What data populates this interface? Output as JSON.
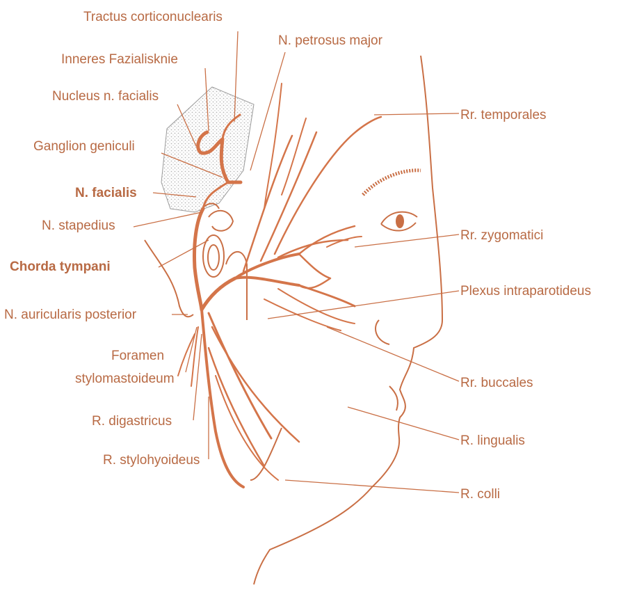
{
  "colors": {
    "label": "#b86a44",
    "nerve": "#d4754a",
    "outline": "#c96f45",
    "stipple": "#b5b5b5"
  },
  "labels": {
    "tractus_corticonuclearis": "Tractus corticonuclearis",
    "n_petrosus_major": "N. petrosus major",
    "inneres_fazialisknie": "Inneres Fazialisknie",
    "nucleus_n_facialis": "Nucleus n. facialis",
    "ganglion_geniculi": "Ganglion geniculi",
    "n_facialis": "N. facialis",
    "n_stapedius": "N. stapedius",
    "chorda_tympani": "Chorda tympani",
    "n_auricularis_posterior": "N. auricularis posterior",
    "foramen_stylomastoideum_line1": "Foramen",
    "foramen_stylomastoideum_line2": "stylomastoideum",
    "r_digastricus": "R. digastricus",
    "r_stylohyoideus": "R. stylohyoideus",
    "rr_temporales": "Rr. temporales",
    "rr_zygomatici": "Rr. zygomatici",
    "plexus_intraparotideus": "Plexus intraparotideus",
    "rr_buccales": "Rr. buccales",
    "r_lingualis": "R. lingualis",
    "r_colli": "R. colli"
  }
}
